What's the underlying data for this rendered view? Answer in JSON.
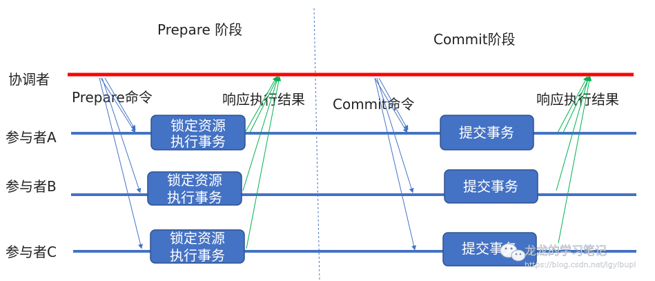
{
  "phases": {
    "prepare_title": "Prepare 阶段",
    "commit_title": "Commit阶段"
  },
  "coordinator": {
    "label": "协调者"
  },
  "participants": [
    {
      "label": "参与者A"
    },
    {
      "label": "参与者B"
    },
    {
      "label": "参与者C"
    }
  ],
  "messages": {
    "prepare_cmd": "Prepare命令",
    "prepare_resp": "响应执行结果",
    "commit_cmd": "Commit命令",
    "commit_resp": "响应执行结果"
  },
  "boxes": {
    "prepare_line1": "锁定资源",
    "prepare_line2": "执行事务",
    "commit_label": "提交事务"
  },
  "watermark": {
    "text": "龙龙的学习笔记",
    "url": "https://blog.csdn.net/lgyibupi"
  },
  "colors": {
    "coordinator_line": "#ff0000",
    "participant_line": "#4472c4",
    "box_fill": "#4472c4",
    "command_arrow": "#4472c4",
    "response_arrow": "#00b050",
    "divider": "#4472c4"
  }
}
